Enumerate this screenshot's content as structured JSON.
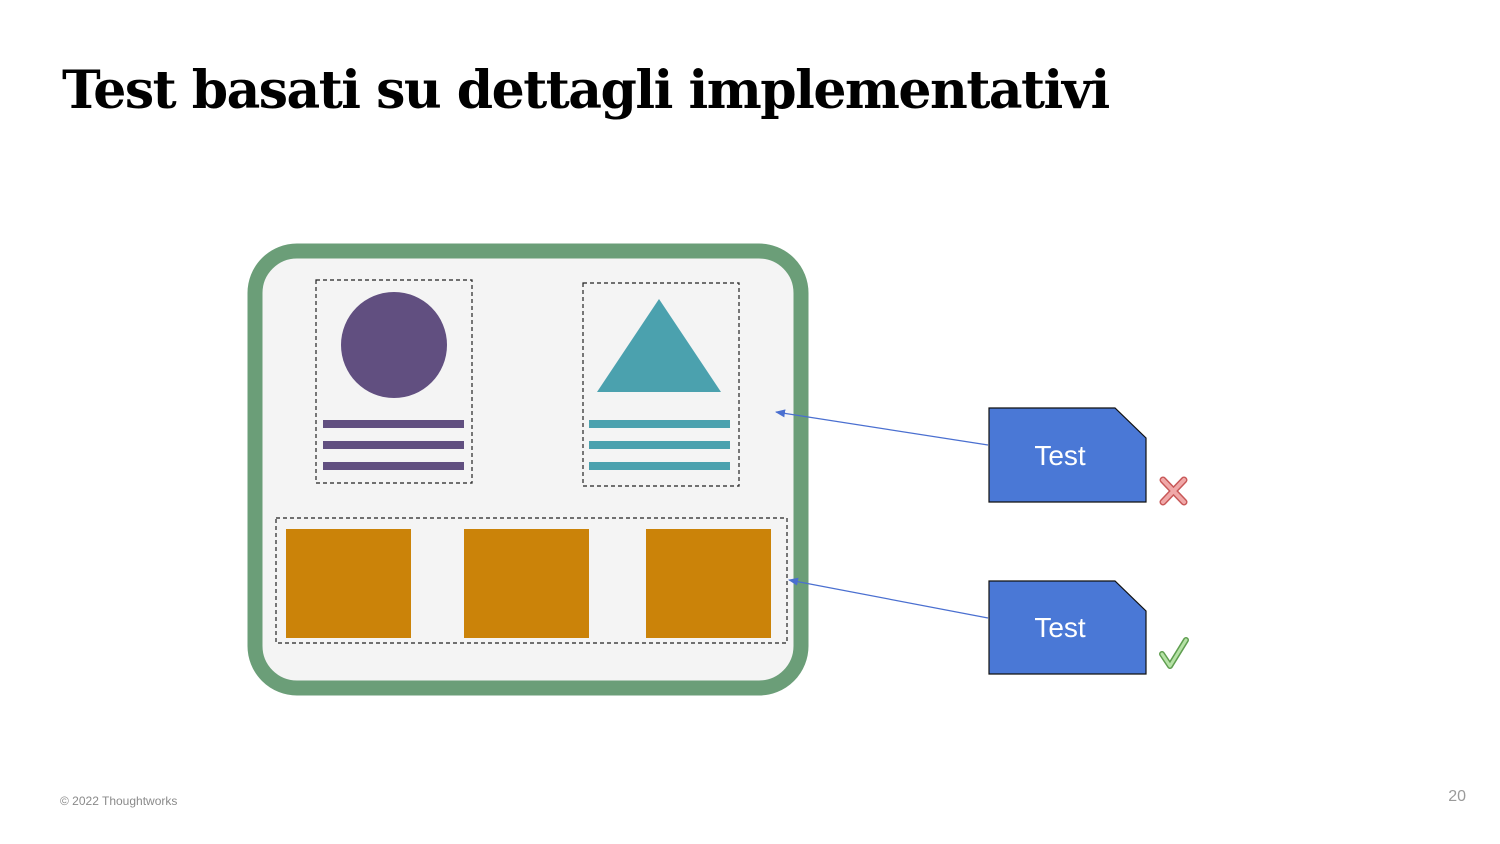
{
  "slide": {
    "title": "Test basati su dettagli implementativi",
    "page_number": "20",
    "copyright": "© 2022 Thoughtworks"
  },
  "diagram": {
    "tests": [
      {
        "label": "Test",
        "result": "fail",
        "result_icon": "cross-icon"
      },
      {
        "label": "Test",
        "result": "pass",
        "result_icon": "check-icon"
      }
    ],
    "colors": {
      "container_border": "#6b9e78",
      "container_fill": "#f4f4f4",
      "circle": "#614f80",
      "triangle": "#4ba1ae",
      "square": "#cb8309",
      "test_doc": "#4a78d6",
      "arrow": "#4a6fd0",
      "cross": "#e88a8a",
      "check": "#8fcf7a"
    }
  }
}
